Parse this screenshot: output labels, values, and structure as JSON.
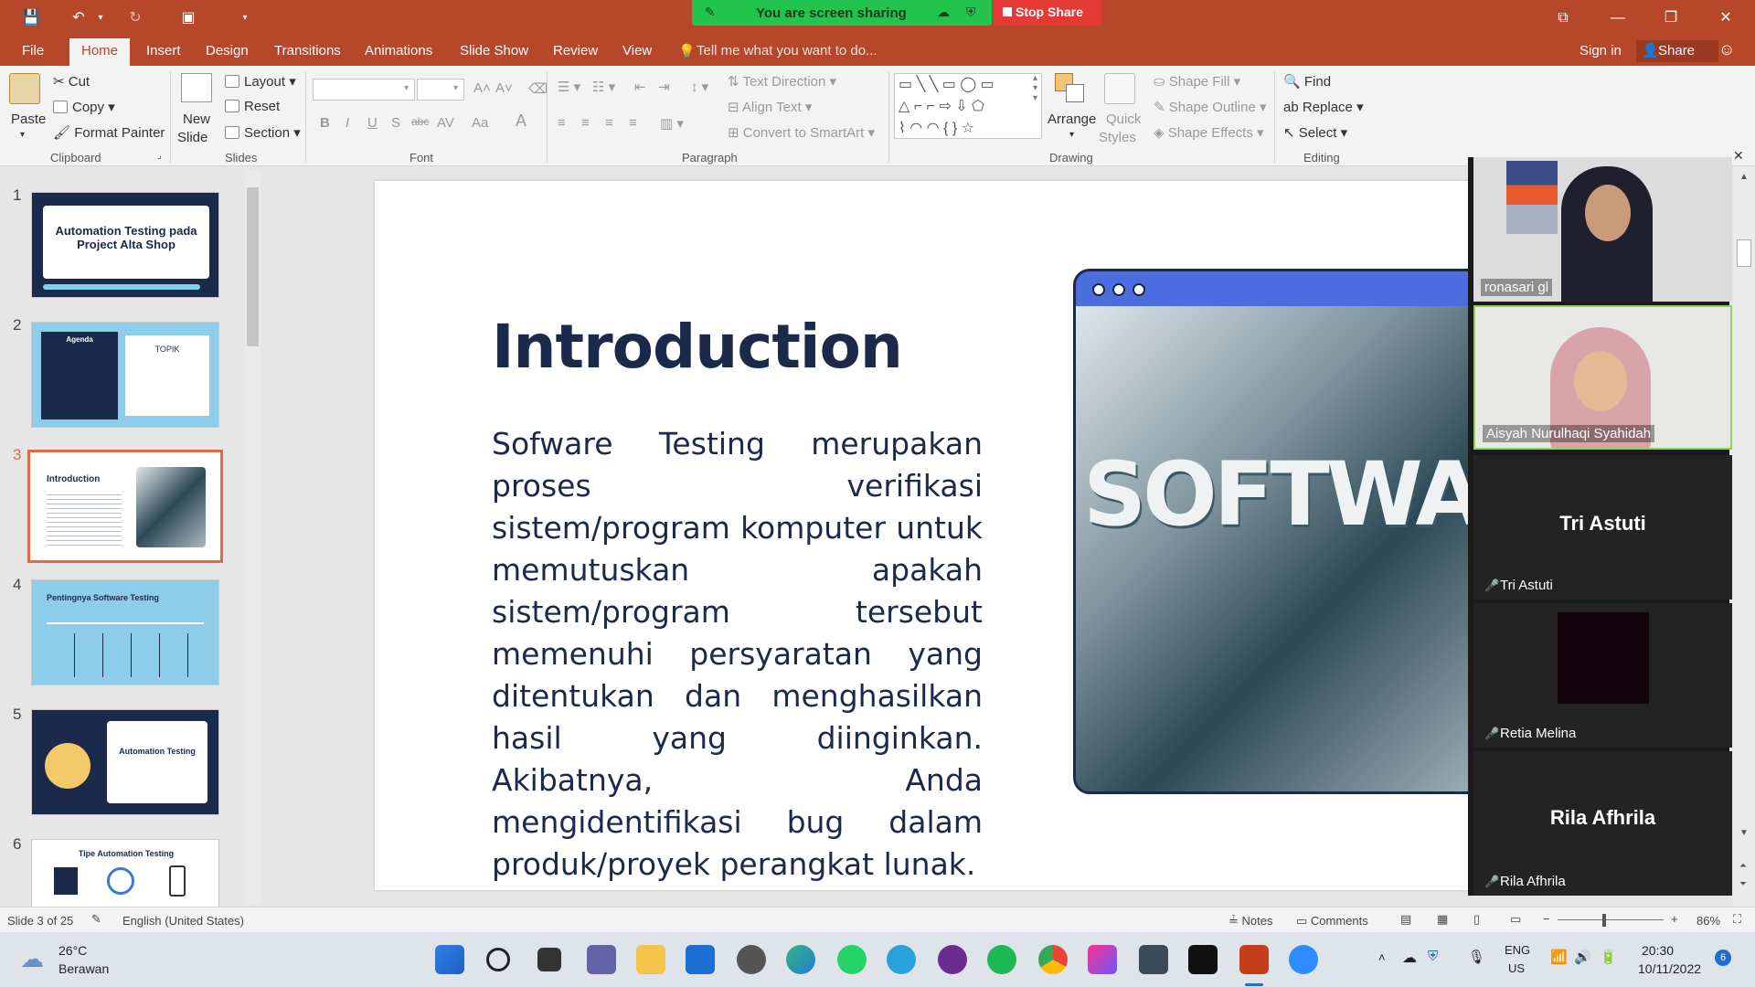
{
  "window": {
    "share_status": "You are screen sharing",
    "stop_share": "Stop Share"
  },
  "menu": {
    "file": "File",
    "tabs": [
      "Home",
      "Insert",
      "Design",
      "Transitions",
      "Animations",
      "Slide Show",
      "Review",
      "View"
    ],
    "tell_me": "Tell me what you want to do...",
    "sign_in": "Sign in",
    "share": "Share"
  },
  "ribbon": {
    "clipboard": {
      "paste": "Paste",
      "cut": "Cut",
      "copy": "Copy",
      "format_painter": "Format Painter",
      "label": "Clipboard"
    },
    "slides": {
      "new_slide_1": "New",
      "new_slide_2": "Slide",
      "layout": "Layout",
      "reset": "Reset",
      "section": "Section",
      "label": "Slides"
    },
    "font": {
      "label": "Font",
      "bold": "B",
      "italic": "I",
      "underline": "U",
      "shadow": "S",
      "strike": "abc",
      "spacing": "AV",
      "case": "Aa"
    },
    "paragraph": {
      "text_direction": "Text Direction",
      "align_text": "Align Text",
      "smartart": "Convert to SmartArt",
      "label": "Paragraph"
    },
    "drawing": {
      "arrange": "Arrange",
      "quick_styles_1": "Quick",
      "quick_styles_2": "Styles",
      "shape_fill": "Shape Fill",
      "shape_outline": "Shape Outline",
      "shape_effects": "Shape Effects",
      "label": "Drawing"
    },
    "editing": {
      "find": "Find",
      "replace": "Replace",
      "select": "Select",
      "label": "Editing"
    }
  },
  "thumbnails": [
    {
      "num": "1",
      "title": "Automation Testing pada Project Alta Shop"
    },
    {
      "num": "2",
      "title": "Agenda",
      "sub": "TOPIK"
    },
    {
      "num": "3",
      "title": "Introduction"
    },
    {
      "num": "4",
      "title": "Pentingnya Software Testing"
    },
    {
      "num": "5",
      "title": "Automation Testing"
    },
    {
      "num": "6",
      "title": "Tipe Automation Testing"
    }
  ],
  "slide": {
    "title": "Introduction",
    "body": "Sofware Testing merupakan proses verifikasi sistem/program komputer untuk memutuskan apakah sistem/program tersebut memenuhi persyaratan yang ditentukan dan menghasilkan hasil yang diinginkan. Akibatnya, Anda mengidentifikasi bug dalam produk/proyek perangkat lunak."
  },
  "participants": [
    {
      "name": "ronasari gl",
      "video": true,
      "muted": false
    },
    {
      "name": "Aisyah Nurulhaqi Syahidah",
      "video": true,
      "muted": false
    },
    {
      "name": "Tri Astuti",
      "display": "Tri Astuti",
      "video": false,
      "muted": true
    },
    {
      "name": "Retia Melina",
      "video": false,
      "muted": true
    },
    {
      "name": "Rila Afhrila",
      "display": "Rila Afhrila",
      "video": false,
      "muted": true
    }
  ],
  "status": {
    "slide_of": "Slide 3 of 25",
    "language": "English (United States)",
    "notes": "Notes",
    "comments": "Comments",
    "zoom": "86%"
  },
  "taskbar": {
    "weather_temp": "26°C",
    "weather_desc": "Berawan",
    "lang_1": "ENG",
    "lang_2": "US",
    "time": "20:30",
    "date": "10/11/2022",
    "notif": "6"
  },
  "colors": {
    "accent": "#b7472a",
    "share_green": "#23c44e",
    "stop_red": "#e53935",
    "slide_navy": "#1b2a4a"
  }
}
